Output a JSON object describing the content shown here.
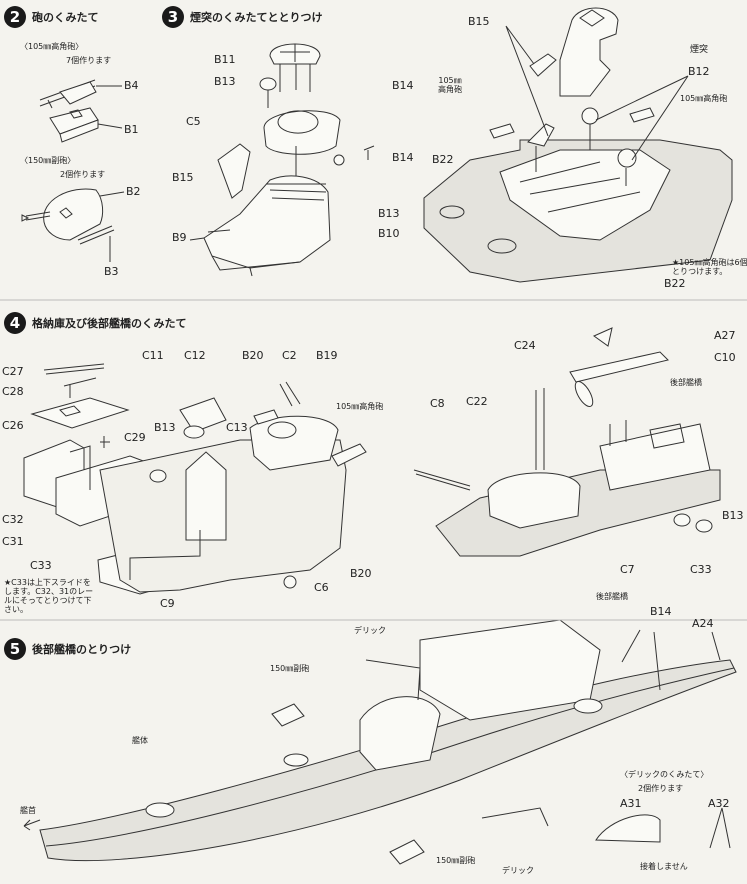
{
  "steps": [
    {
      "number": "2",
      "title": "砲のくみたて"
    },
    {
      "number": "3",
      "title": "煙突のくみたてととりつけ"
    },
    {
      "number": "4",
      "title": "格納庫及び後部艦橋のくみたて"
    },
    {
      "number": "5",
      "title": "後部艦橋のとりつけ"
    }
  ],
  "step2": {
    "note_105": "〈105㎜高角砲〉",
    "qty_105": "7個作ります",
    "note_150": "〈150㎜副砲〉",
    "qty_150": "2個作ります",
    "labels": [
      "B4",
      "B1",
      "B2",
      "B3"
    ]
  },
  "step3": {
    "labels": [
      "B11",
      "B13",
      "B14",
      "C5",
      "B14",
      "B15",
      "B13",
      "B9",
      "B10"
    ]
  },
  "step3r": {
    "labels": [
      "B15",
      "煙突",
      "B12",
      "B22",
      "B22"
    ],
    "gun_left": "105㎜\n高角砲",
    "gun_right": "105㎜高角砲",
    "note": "★105㎜高角砲は6個\nとりつけます。"
  },
  "step4": {
    "labels": [
      "C27",
      "C28",
      "C26",
      "C29",
      "C32",
      "C31",
      "C33",
      "C11",
      "C12",
      "B13",
      "C13",
      "B20",
      "C2",
      "B19",
      "C6",
      "C9",
      "B20"
    ],
    "gun_note": "105㎜高角砲",
    "note": "★C33は上下スライドを\nします。C32、31のレー\nルにそってとりつけて下\nさい。"
  },
  "step4r": {
    "labels": [
      "A27",
      "C10",
      "C24",
      "C22",
      "C8",
      "B13",
      "C7",
      "C33"
    ],
    "aft_bridge": "後部艦橋"
  },
  "step5": {
    "derrick": "デリック",
    "aft_bridge": "後部艦橋",
    "sec_gun_a": "150㎜副砲",
    "sec_gun_b": "150㎜副砲",
    "hull": "艦体",
    "bow": "艦首",
    "derrick_bottom": "デリック",
    "derrick_note": "〈デリックのくみたて〉",
    "derrick_qty": "2個作ります",
    "no_glue": "接着しません",
    "labels": [
      "B14",
      "A24",
      "A31",
      "A32"
    ]
  }
}
